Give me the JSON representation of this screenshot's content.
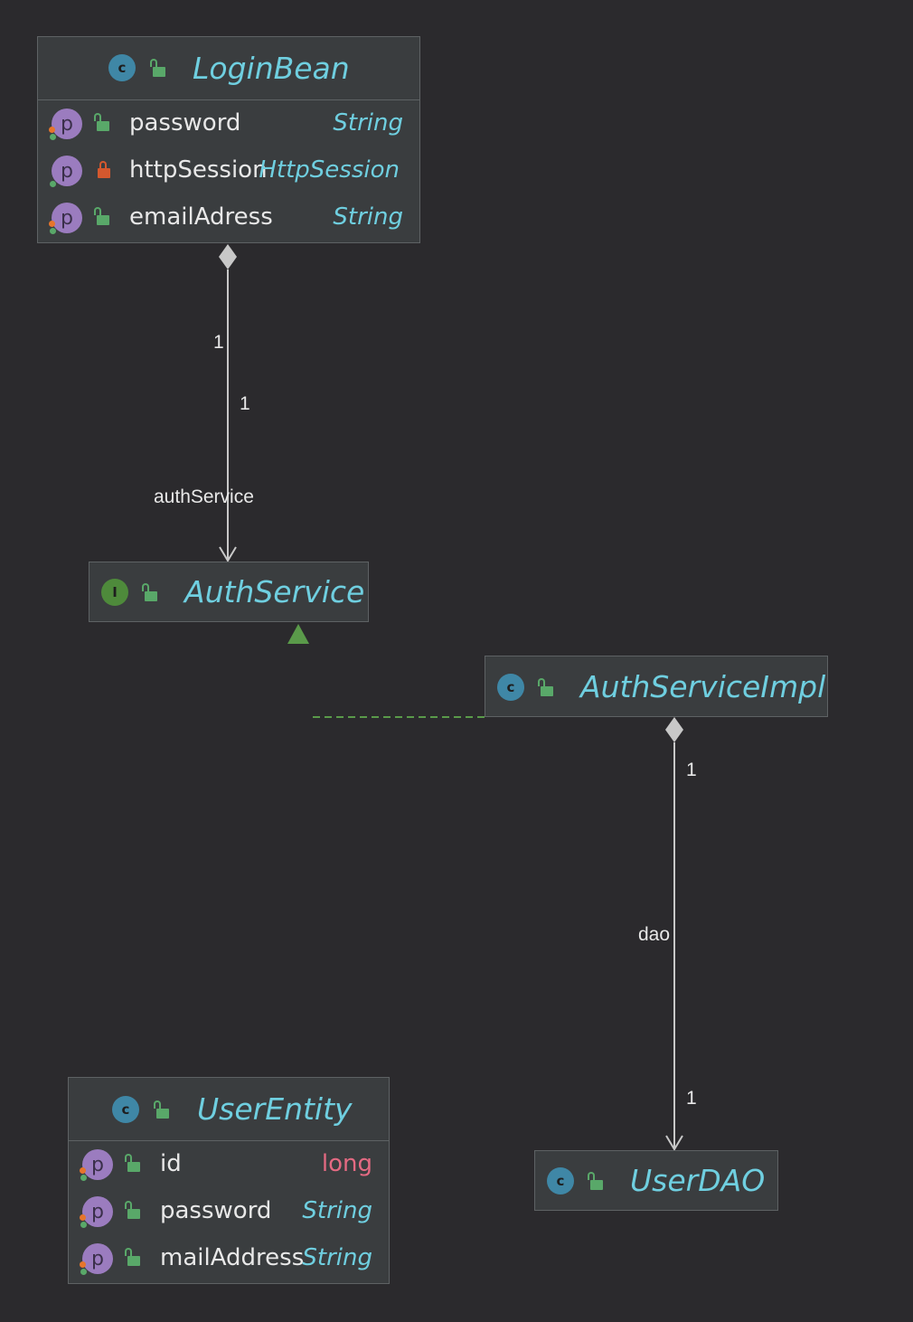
{
  "nodes": {
    "loginBean": {
      "kind": "class",
      "badge_letter": "c",
      "title": "LoginBean",
      "fields": [
        {
          "name": "password",
          "type": "String",
          "visibility": "public"
        },
        {
          "name": "httpSession",
          "type": "HttpSession",
          "visibility": "private"
        },
        {
          "name": "emailAdress",
          "type": "String",
          "visibility": "public"
        }
      ]
    },
    "authService": {
      "kind": "interface",
      "badge_letter": "I",
      "title": "AuthService"
    },
    "authServiceImpl": {
      "kind": "class",
      "badge_letter": "c",
      "title": "AuthServiceImpl"
    },
    "userEntity": {
      "kind": "class",
      "badge_letter": "c",
      "title": "UserEntity",
      "fields": [
        {
          "name": "id",
          "type": "long",
          "visibility": "public"
        },
        {
          "name": "password",
          "type": "String",
          "visibility": "public"
        },
        {
          "name": "mailAddress",
          "type": "String",
          "visibility": "public"
        }
      ]
    },
    "userDAO": {
      "kind": "class",
      "badge_letter": "c",
      "title": "UserDAO"
    }
  },
  "edges": {
    "loginToAuth": {
      "source_mult": "1",
      "target_mult": "1",
      "role": "authService",
      "type": "composition"
    },
    "implToAuth": {
      "type": "realization"
    },
    "implToDao": {
      "source_mult": "1",
      "target_mult": "1",
      "role": "dao",
      "type": "composition"
    }
  },
  "colors": {
    "background": "#2b2a2d",
    "node_fill": "#3a3d3f",
    "node_border": "#5e6264",
    "title": "#6fcfe0",
    "type": "#6fcfe0",
    "primitive_type": "#e36a82",
    "edge": "#c8c8c8",
    "realization": "#5a9a4a"
  }
}
